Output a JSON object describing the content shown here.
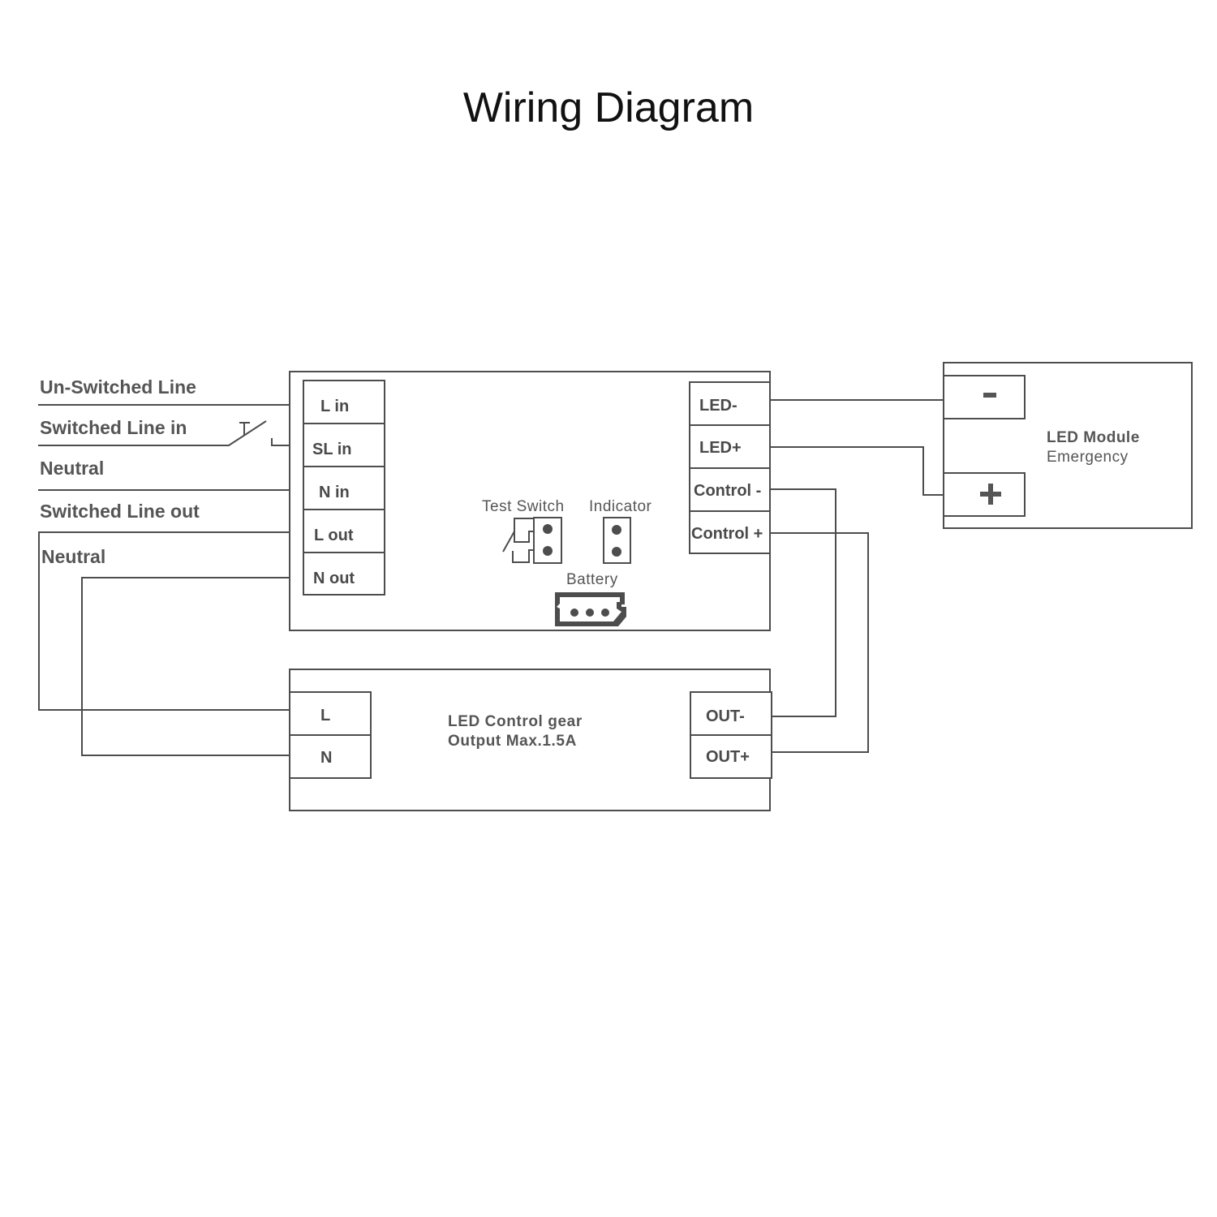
{
  "title": "Wiring Diagram",
  "supply_labels": {
    "unswitched_line": "Un-Switched Line",
    "switched_line_in": "Switched Line in",
    "switch_mark": "T",
    "neutral_in": "Neutral",
    "switched_line_out": "Switched Line out",
    "neutral_out": "Neutral"
  },
  "emergency_unit": {
    "input_terminals": [
      "L in",
      "SL in",
      "N in",
      "L out",
      "N out"
    ],
    "output_terminals": [
      "LED-",
      "LED+",
      "Control -",
      "Control +"
    ],
    "test_switch_label": "Test Switch",
    "indicator_label": "Indicator",
    "battery_label": "Battery"
  },
  "led_module": {
    "title": "LED Module",
    "subtitle": "Emergency",
    "terminals": [
      "-",
      "+"
    ]
  },
  "control_gear": {
    "title": "LED Control gear",
    "subtitle": "Output Max.1.5A",
    "input_terminals": [
      "L",
      "N"
    ],
    "output_terminals": [
      "OUT-",
      "OUT+"
    ]
  }
}
